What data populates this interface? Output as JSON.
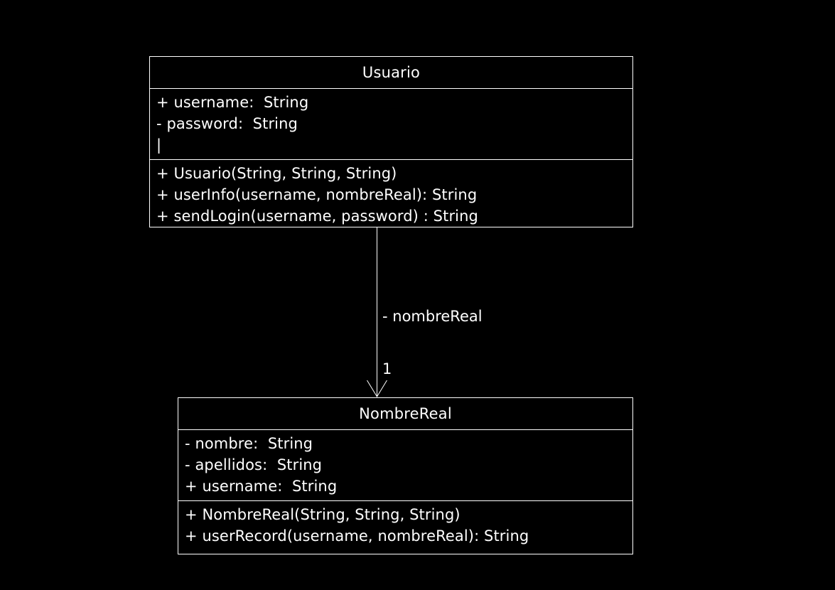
{
  "diagram": {
    "classes": [
      {
        "name": "Usuario",
        "attributes": [
          "+ username:  String",
          "- password:  String",
          "|"
        ],
        "operations": [
          "+ Usuario(String, String, String)",
          "+ userInfo(username, nombreReal): String",
          "+ sendLogin(username, password) : String"
        ]
      },
      {
        "name": "NombreReal",
        "attributes": [
          "- nombre:  String",
          "- apellidos:  String",
          "+ username:  String"
        ],
        "operations": [
          "+ NombreReal(String, String, String)",
          "+ userRecord(username, nombreReal): String"
        ]
      }
    ],
    "association": {
      "from": "Usuario",
      "to": "NombreReal",
      "role": "- nombreReal",
      "multiplicity": "1",
      "arrow": "open-arrow"
    },
    "colors": {
      "background": "#000000",
      "foreground": "#ffffff"
    }
  }
}
